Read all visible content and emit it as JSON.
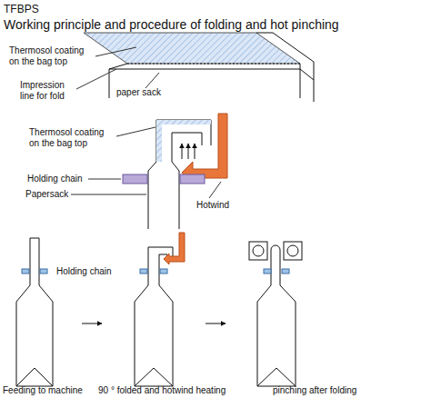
{
  "diagram": {
    "title": "TFBPS",
    "labels": [
      "Working principle and procedure of folding and hot pinching",
      "Thermosol coating on the bag top",
      "Impression line for fold",
      "paper sack",
      "Thermosol coating on the bag top",
      "Holding chain",
      "Hotwind",
      "Papersack",
      "Holding chain",
      "Feeding to machine",
      "90 ° folded and hotwind heating",
      "pinching after folding"
    ]
  }
}
